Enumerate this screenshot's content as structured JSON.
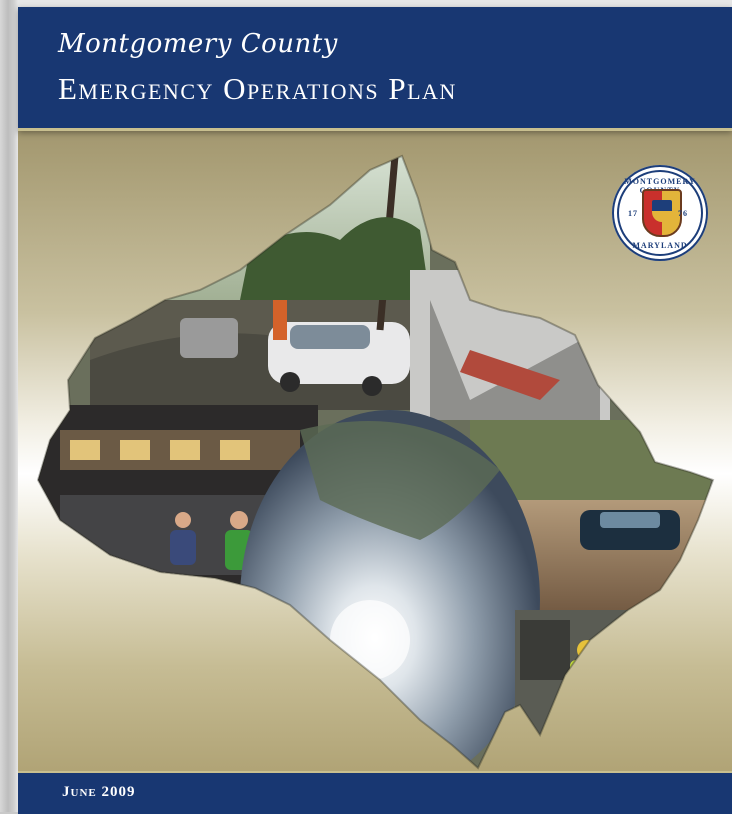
{
  "header": {
    "script_title": "Montgomery County",
    "main_title": "Emergency Operations Plan"
  },
  "seal": {
    "top_text": "MONTGOMERY COUNTY",
    "bottom_text": "MARYLAND",
    "year_left": "17",
    "year_right": "76"
  },
  "footer": {
    "date": "June 2009"
  },
  "colors": {
    "header_blue": "#183772",
    "accent_gold": "#c8bf8f"
  }
}
